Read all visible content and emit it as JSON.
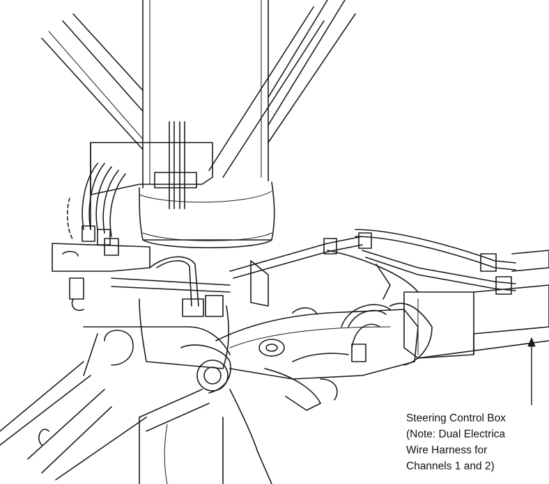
{
  "diagram": {
    "colors": {
      "ink": "#1a1a1a",
      "paper": "#ffffff"
    },
    "callout": {
      "lines": [
        "Steering Control Box",
        "(Note:  Dual Electrica",
        "Wire Harness for",
        "Channels 1 and 2)"
      ]
    }
  }
}
